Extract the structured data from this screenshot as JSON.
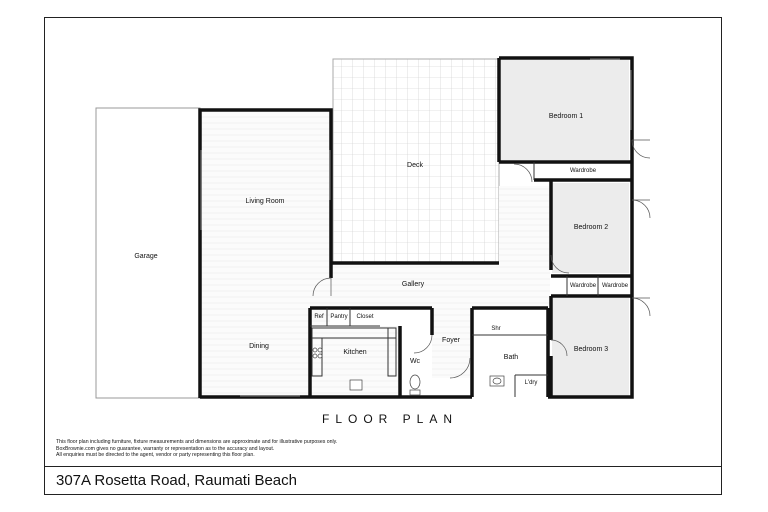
{
  "rooms": {
    "garage": "Garage",
    "living_room": "Living Room",
    "deck": "Deck",
    "bedroom1": "Bedroom 1",
    "wardrobe_b1": "Wardrobe",
    "bedroom2": "Bedroom 2",
    "gallery": "Gallery",
    "ref": "Ref",
    "pantry": "Pantry",
    "closet": "Closet",
    "dining": "Dining",
    "kitchen": "Kitchen",
    "wc": "Wc",
    "foyer": "Foyer",
    "shr": "Shr",
    "bath": "Bath",
    "ldry": "L'dry",
    "wardrobe_b2": "Wardrobe",
    "wardrobe_b3": "Wardrobe",
    "bedroom3": "Bedroom 3"
  },
  "plan_title": "FLOOR PLAN",
  "disclaimer": [
    "This floor plan including furniture, fixture measurements and dimensions are approximate and for illustrative purposes only.",
    "BoxBrownie.com gives no guarantee, warranty or representation as to the accuracy and layout.",
    "All enquiries must be directed to the agent, vendor or party representing this floor plan."
  ],
  "address": "307A Rosetta Road, Raumati Beach"
}
